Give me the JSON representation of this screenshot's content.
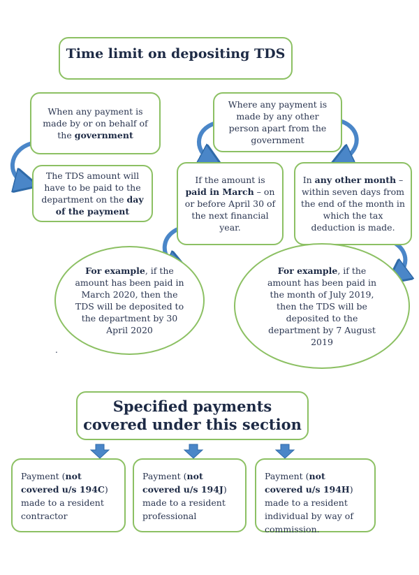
{
  "title": "Time limit on depositing TDS",
  "gov": {
    "p1": "When any payment is made by or on behalf of the ",
    "b1": "government"
  },
  "gov_result": {
    "p1": "The TDS amount will have to be paid to the department on the ",
    "b1": "day of the payment"
  },
  "other": {
    "p1": "Where any payment is made by any other person apart from the government"
  },
  "march": {
    "p1": "If the amount is ",
    "b1": "paid in March",
    "p2": " – on or before April 30 of the next financial year."
  },
  "other_month": {
    "p1": "In ",
    "b1": "any other month",
    "p2": " – within seven days from the end of the month in which the tax deduction is made."
  },
  "example_march": {
    "b1": "For example",
    "p1": ", if the amount has been paid in March 2020, then the TDS will be deposited to the department by 30 April 2020"
  },
  "example_other": {
    "b1": "For example",
    "p1": ", if the amount has been paid in the month of July 2019, then the TDS will be deposited to the department by 7 August 2019"
  },
  "stray_mark": ".",
  "section_title": "Specified payments covered under this section",
  "payments": [
    {
      "p1": "Payment (",
      "b1": "not covered u/s 194C",
      "p2": ") made to a resident contractor"
    },
    {
      "p1": "Payment (",
      "b1": "not covered u/s 194J",
      "p2": ") made to a resident professional"
    },
    {
      "p1": "Payment (",
      "b1": "not covered u/s 194H",
      "p2": ") made to a resident individual by way of commission."
    }
  ],
  "colors": {
    "border": "#8cc063",
    "arrow": "#4a86c8",
    "text": "#2a3550"
  }
}
